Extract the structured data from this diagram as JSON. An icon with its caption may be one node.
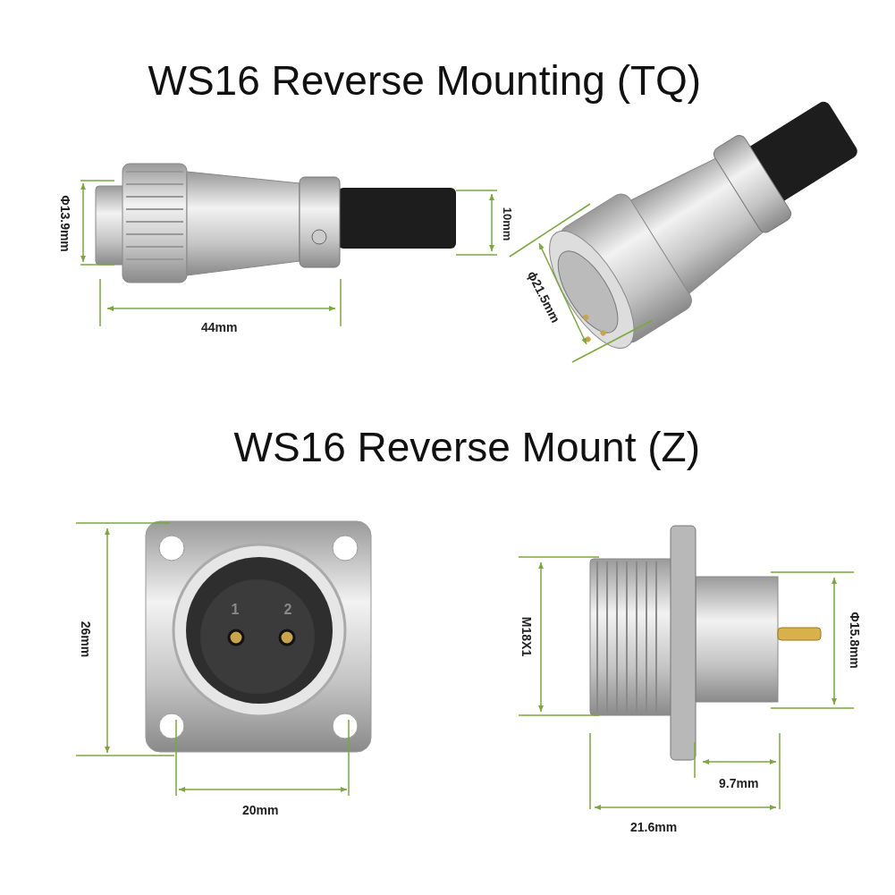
{
  "diagram": {
    "labels": [
      "WS16 Reverse Mounting (TQ)",
      "Φ13.9mm",
      "10mm",
      "44mm",
      "ϕ21.5mm",
      "WS16 Reverse Mount (Z)",
      "26mm",
      "1",
      "2",
      "20mm",
      "M18X1",
      "Φ15.8mm",
      "9.7mm",
      "21.6mm"
    ]
  }
}
